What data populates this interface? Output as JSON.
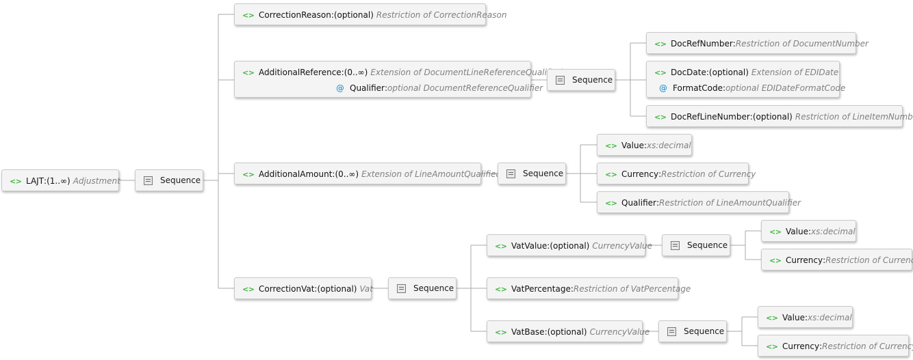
{
  "diagram": {
    "root": {
      "name": "LAJT",
      "occurs": "(1..∞)",
      "type": "Adjustment"
    },
    "sequence_label": "Sequence",
    "separator": " : ",
    "elements": {
      "correction_reason": {
        "name": "CorrectionReason",
        "occurs": "(optional)",
        "type": "Restriction of CorrectionReason"
      },
      "additional_reference": {
        "name": "AdditionalReference",
        "occurs": "(0..∞)",
        "type": "Extension of DocumentLineReferenceQualified",
        "attribute": {
          "name": "Qualifier",
          "use": "optional",
          "type": "DocumentReferenceQualifier"
        }
      },
      "doc_ref_number": {
        "name": "DocRefNumber",
        "type": "Restriction of DocumentNumber"
      },
      "doc_date": {
        "name": "DocDate",
        "occurs": "(optional)",
        "type": "Extension of EDIDate",
        "attribute": {
          "name": "FormatCode",
          "use": "optional",
          "type": "EDIDateFormatCode"
        }
      },
      "doc_ref_line_number": {
        "name": "DocRefLineNumber",
        "occurs": "(optional)",
        "type": "Restriction of LineItemNumber"
      },
      "additional_amount": {
        "name": "AdditionalAmount",
        "occurs": "(0..∞)",
        "type": "Extension of LineAmountQualified"
      },
      "aa_value": {
        "name": "Value",
        "type": "xs:decimal"
      },
      "aa_currency": {
        "name": "Currency",
        "type": "Restriction of Currency"
      },
      "aa_qualifier": {
        "name": "Qualifier",
        "type": "Restriction of LineAmountQualifier"
      },
      "correction_vat": {
        "name": "CorrectionVat",
        "occurs": "(optional)",
        "type": "Vat"
      },
      "vat_value": {
        "name": "VatValue",
        "occurs": "(optional)",
        "type": "CurrencyValue"
      },
      "vv_value": {
        "name": "Value",
        "type": "xs:decimal"
      },
      "vv_currency": {
        "name": "Currency",
        "type": "Restriction of Currency"
      },
      "vat_percentage": {
        "name": "VatPercentage",
        "type": "Restriction of VatPercentage"
      },
      "vat_base": {
        "name": "VatBase",
        "occurs": "(optional)",
        "type": "CurrencyValue"
      },
      "vb_value": {
        "name": "Value",
        "type": "xs:decimal"
      },
      "vb_currency": {
        "name": "Currency",
        "type": "Restriction of Currency"
      }
    },
    "icons": {
      "element": "<>",
      "attribute": "@"
    },
    "colors": {
      "element_icon": "#3bb83b",
      "attribute_icon": "#3ea0d8",
      "type_text": "#808080",
      "connector": "#a8a8a8"
    }
  }
}
